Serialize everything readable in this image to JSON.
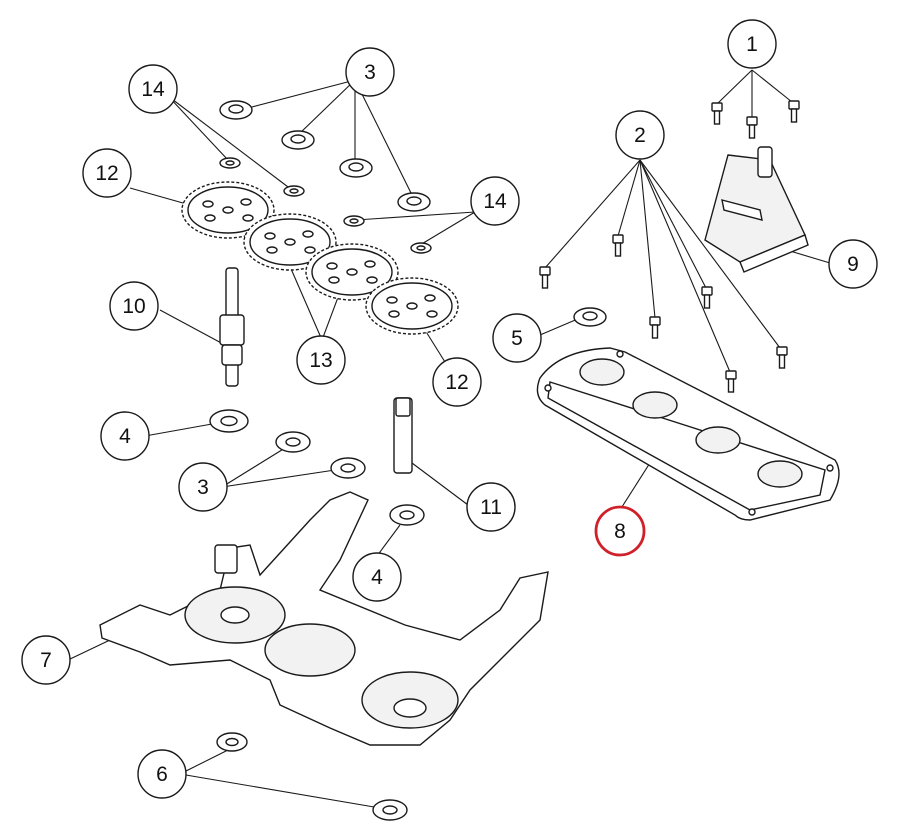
{
  "diagram": {
    "callouts": [
      {
        "id": "c1",
        "label": "1"
      },
      {
        "id": "c2",
        "label": "2"
      },
      {
        "id": "c3a",
        "label": "3"
      },
      {
        "id": "c3b",
        "label": "3"
      },
      {
        "id": "c4a",
        "label": "4"
      },
      {
        "id": "c4b",
        "label": "4"
      },
      {
        "id": "c5",
        "label": "5"
      },
      {
        "id": "c6",
        "label": "6"
      },
      {
        "id": "c7",
        "label": "7"
      },
      {
        "id": "c8",
        "label": "8"
      },
      {
        "id": "c9",
        "label": "9"
      },
      {
        "id": "c10",
        "label": "10"
      },
      {
        "id": "c11",
        "label": "11"
      },
      {
        "id": "c12a",
        "label": "12"
      },
      {
        "id": "c12b",
        "label": "12"
      },
      {
        "id": "c13",
        "label": "13"
      },
      {
        "id": "c14a",
        "label": "14"
      },
      {
        "id": "c14b",
        "label": "14"
      }
    ],
    "highlight": {
      "callout": "c8",
      "color": "#d0202a"
    },
    "colors": {
      "line": "#1a1a1a",
      "background": "#ffffff",
      "part_shade": "#f2f2f2"
    }
  }
}
